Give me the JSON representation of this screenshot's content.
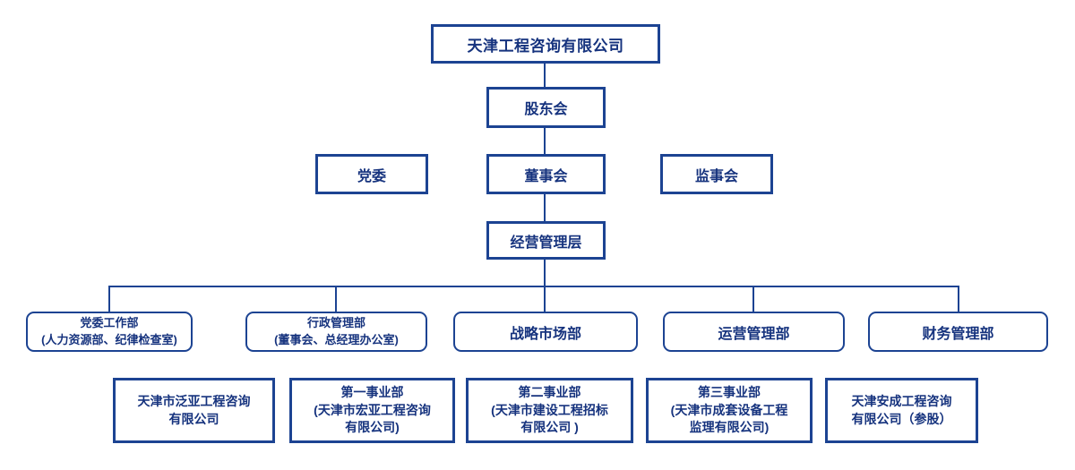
{
  "colors": {
    "line": "#1C4392",
    "border": "#1C4392",
    "text": "#16337E",
    "background": "#FFFFFF"
  },
  "org": {
    "root": {
      "label": "天津工程咨询有限公司"
    },
    "shareholders": {
      "label": "股东会"
    },
    "party_committee": {
      "label": "党委"
    },
    "board": {
      "label": "董事会"
    },
    "supervisory_board": {
      "label": "监事会"
    },
    "management": {
      "label": "经营管理层"
    },
    "departments": [
      {
        "line1": "党委工作部",
        "line2": "(人力资源部、纪律检查室)"
      },
      {
        "line1": "行政管理部",
        "line2": "(董事会、总经理办公室)"
      },
      {
        "line1": "战略市场部"
      },
      {
        "line1": "运营管理部"
      },
      {
        "line1": "财务管理部"
      }
    ],
    "subsidiaries": [
      {
        "line1": "天津市泛亚工程咨询",
        "line2": "有限公司"
      },
      {
        "line1": "第一事业部",
        "line2": "(天津市宏亚工程咨询",
        "line3": "有限公司)"
      },
      {
        "line1": "第二事业部",
        "line2": "(天津市建设工程招标",
        "line3": "有限公司 )"
      },
      {
        "line1": "第三事业部",
        "line2": "(天津市成套设备工程",
        "line3": "监理有限公司)"
      },
      {
        "line1": "天津安成工程咨询",
        "line2": "有限公司（参股）"
      }
    ]
  }
}
